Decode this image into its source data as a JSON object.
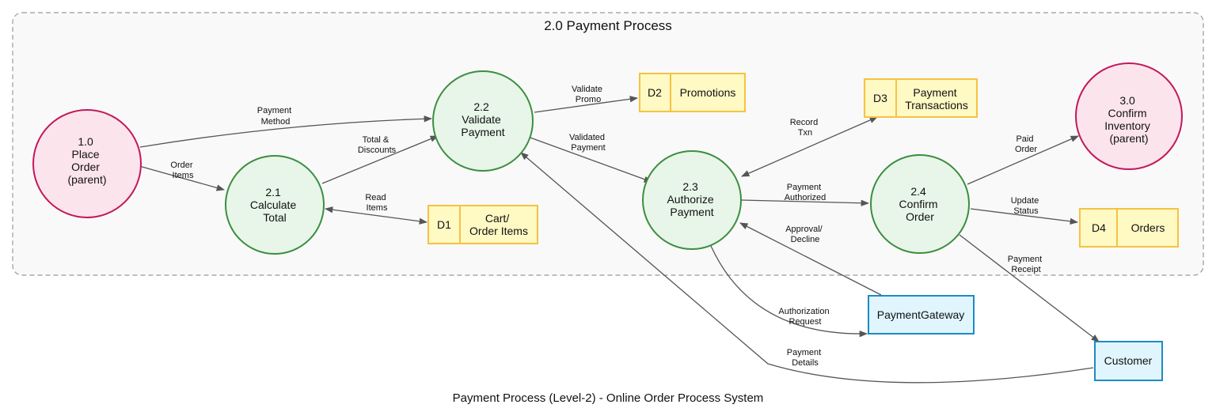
{
  "boundary": {
    "title": "2.0 Payment Process"
  },
  "caption": "Payment Process (Level-2) - Online Order Process System",
  "colors": {
    "process_fill": "#e8f5e9",
    "process_stroke": "#3b8e3f",
    "parent_fill": "#fce4ec",
    "parent_stroke": "#c2185b",
    "store_fill": "#fff9c4",
    "store_stroke": "#f5c242",
    "entity_fill": "#e1f5fe",
    "entity_stroke": "#1e8bc3",
    "boundary_fill": "#f9f9f9",
    "boundary_stroke": "#999999",
    "flow": "#555555"
  },
  "processes": {
    "p10": [
      "1.0",
      "Place",
      "Order",
      "(parent)"
    ],
    "p21": [
      "2.1",
      "Calculate",
      "Total"
    ],
    "p22": [
      "2.2",
      "Validate",
      "Payment"
    ],
    "p23": [
      "2.3",
      "Authorize",
      "Payment"
    ],
    "p24": [
      "2.4",
      "Confirm",
      "Order"
    ],
    "p30": [
      "3.0",
      "Confirm",
      "Inventory",
      "(parent)"
    ]
  },
  "stores": {
    "d1": {
      "id": "D1",
      "name": [
        "Cart/",
        "Order Items"
      ]
    },
    "d2": {
      "id": "D2",
      "name": [
        "Promotions"
      ]
    },
    "d3": {
      "id": "D3",
      "name": [
        "Payment",
        "Transactions"
      ]
    },
    "d4": {
      "id": "D4",
      "name": [
        "Orders"
      ]
    }
  },
  "entities": {
    "gateway": "PaymentGateway",
    "customer": "Customer"
  },
  "flows": {
    "order_items": [
      "Order",
      "Items"
    ],
    "payment_method": [
      "Payment",
      "Method"
    ],
    "total_discounts": [
      "Total &",
      "Discounts"
    ],
    "read_items": [
      "Read",
      "Items"
    ],
    "validate_promo": [
      "Validate",
      "Promo"
    ],
    "validated_payment": [
      "Validated",
      "Payment"
    ],
    "record_txn": [
      "Record",
      "Txn"
    ],
    "payment_authorized": [
      "Payment",
      "Authorized"
    ],
    "approval_decline": [
      "Approval/",
      "Decline"
    ],
    "authorization_request": [
      "Authorization",
      "Request"
    ],
    "paid_order": [
      "Paid",
      "Order"
    ],
    "update_status": [
      "Update",
      "Status"
    ],
    "payment_receipt": [
      "Payment",
      "Receipt"
    ],
    "payment_details": [
      "Payment",
      "Details"
    ]
  }
}
